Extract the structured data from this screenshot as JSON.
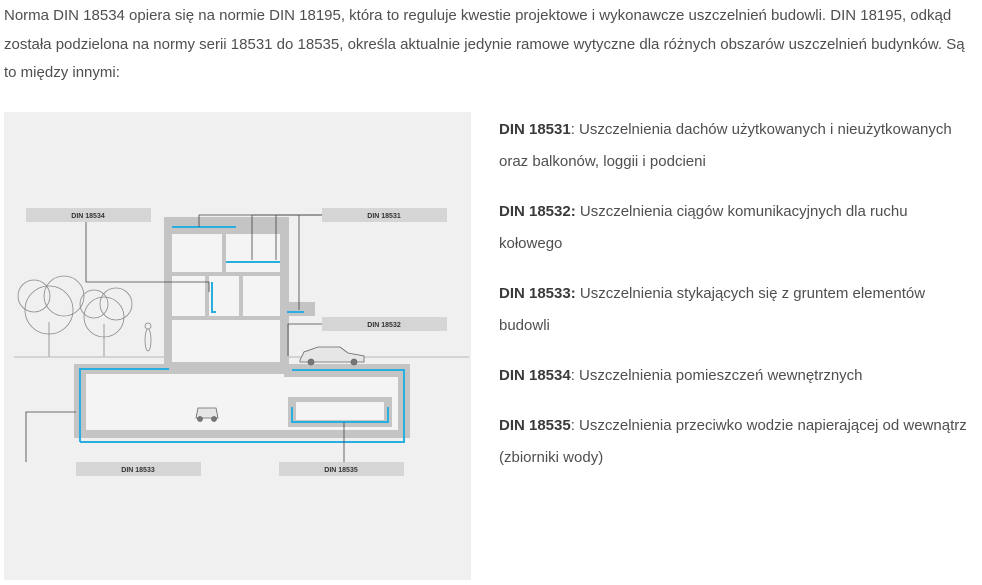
{
  "intro": "Norma DIN 18534 opiera się na normie DIN 18195, która to reguluje kwestie projektowe i wykonawcze uszczelnień budowli. DIN 18195, odkąd została podzielona na normy serii 18531 do 18535, określa aktualnie jedynie ramowe wytyczne dla różnych obszarów uszczelnień budynków. Są to między innymi:",
  "norms": [
    {
      "code": "DIN 18531",
      "desc": ": Uszczelnienia dachów użytkowanych i nieużytkowanych oraz balkonów, loggii i podcieni"
    },
    {
      "code": "DIN 18532:",
      "desc": " Uszczelnienia ciągów komunikacyjnych dla ruchu kołowego"
    },
    {
      "code": "DIN 18533:",
      "desc": " Uszczelnienia stykających się z gruntem elementów budowli"
    },
    {
      "code": "DIN 18534",
      "desc": ": Uszczelnienia pomieszczeń wewnętrznych"
    },
    {
      "code": "DIN 18535",
      "desc": ": Uszczelnienia przeciwko wodzie napierającej od wewnątrz (zbiorniki wody)"
    }
  ],
  "diagram": {
    "labels": {
      "din18534": "DIN 18534",
      "din18531": "DIN 18531",
      "din18532": "DIN 18532",
      "din18533": "DIN 18533",
      "din18535": "DIN 18535"
    },
    "colors": {
      "background": "#f0f0f0",
      "wall": "#c4c4c4",
      "sealing": "#29aee0",
      "label_box": "#d5d5d5",
      "line": "#444444"
    }
  }
}
